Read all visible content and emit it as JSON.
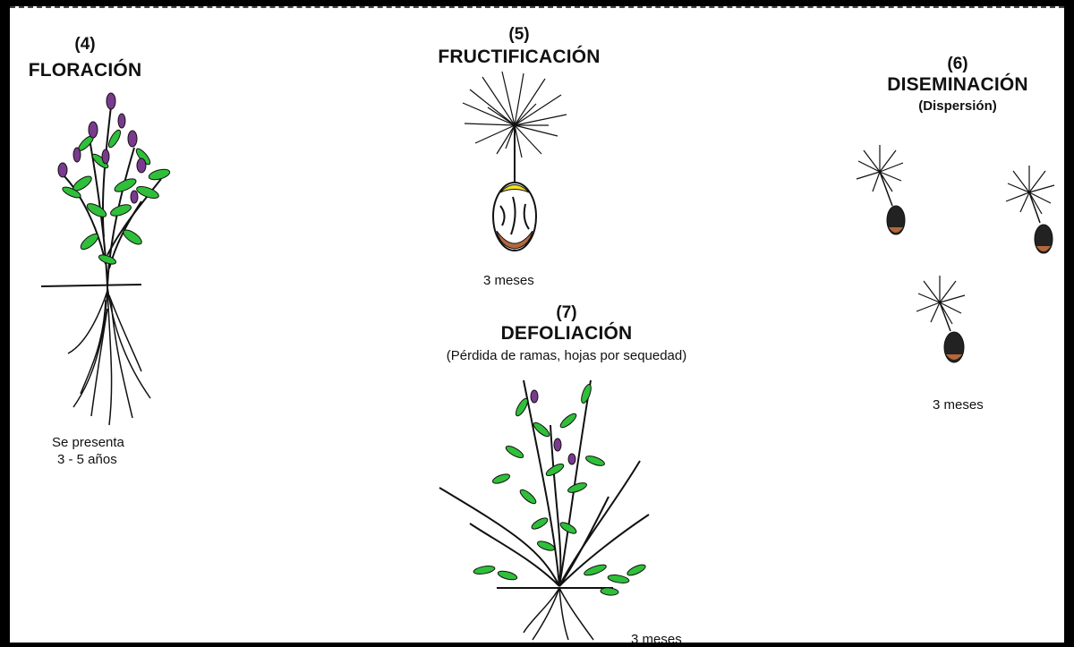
{
  "colors": {
    "leaf": "#2fbf3a",
    "flower": "#7a3a8e",
    "seed_tip": "#f2e21a",
    "seed_base": "#b4683a",
    "ink": "#111111"
  },
  "stages": [
    {
      "number": "(4)",
      "title": "FLORACIÓN",
      "note_lines": [
        "Se presenta",
        "3 - 5 años"
      ]
    },
    {
      "number": "(5)",
      "title": "FRUCTIFICACIÓN",
      "note": "3 meses"
    },
    {
      "number": "(6)",
      "title": "DISEMINACIÓN",
      "subtitle": "(Dispersión)",
      "note": "3 meses"
    },
    {
      "number": "(7)",
      "title": "DEFOLIACIÓN",
      "subtitle": "(Pérdida de ramas, hojas por sequedad)",
      "note": "3 meses"
    }
  ]
}
